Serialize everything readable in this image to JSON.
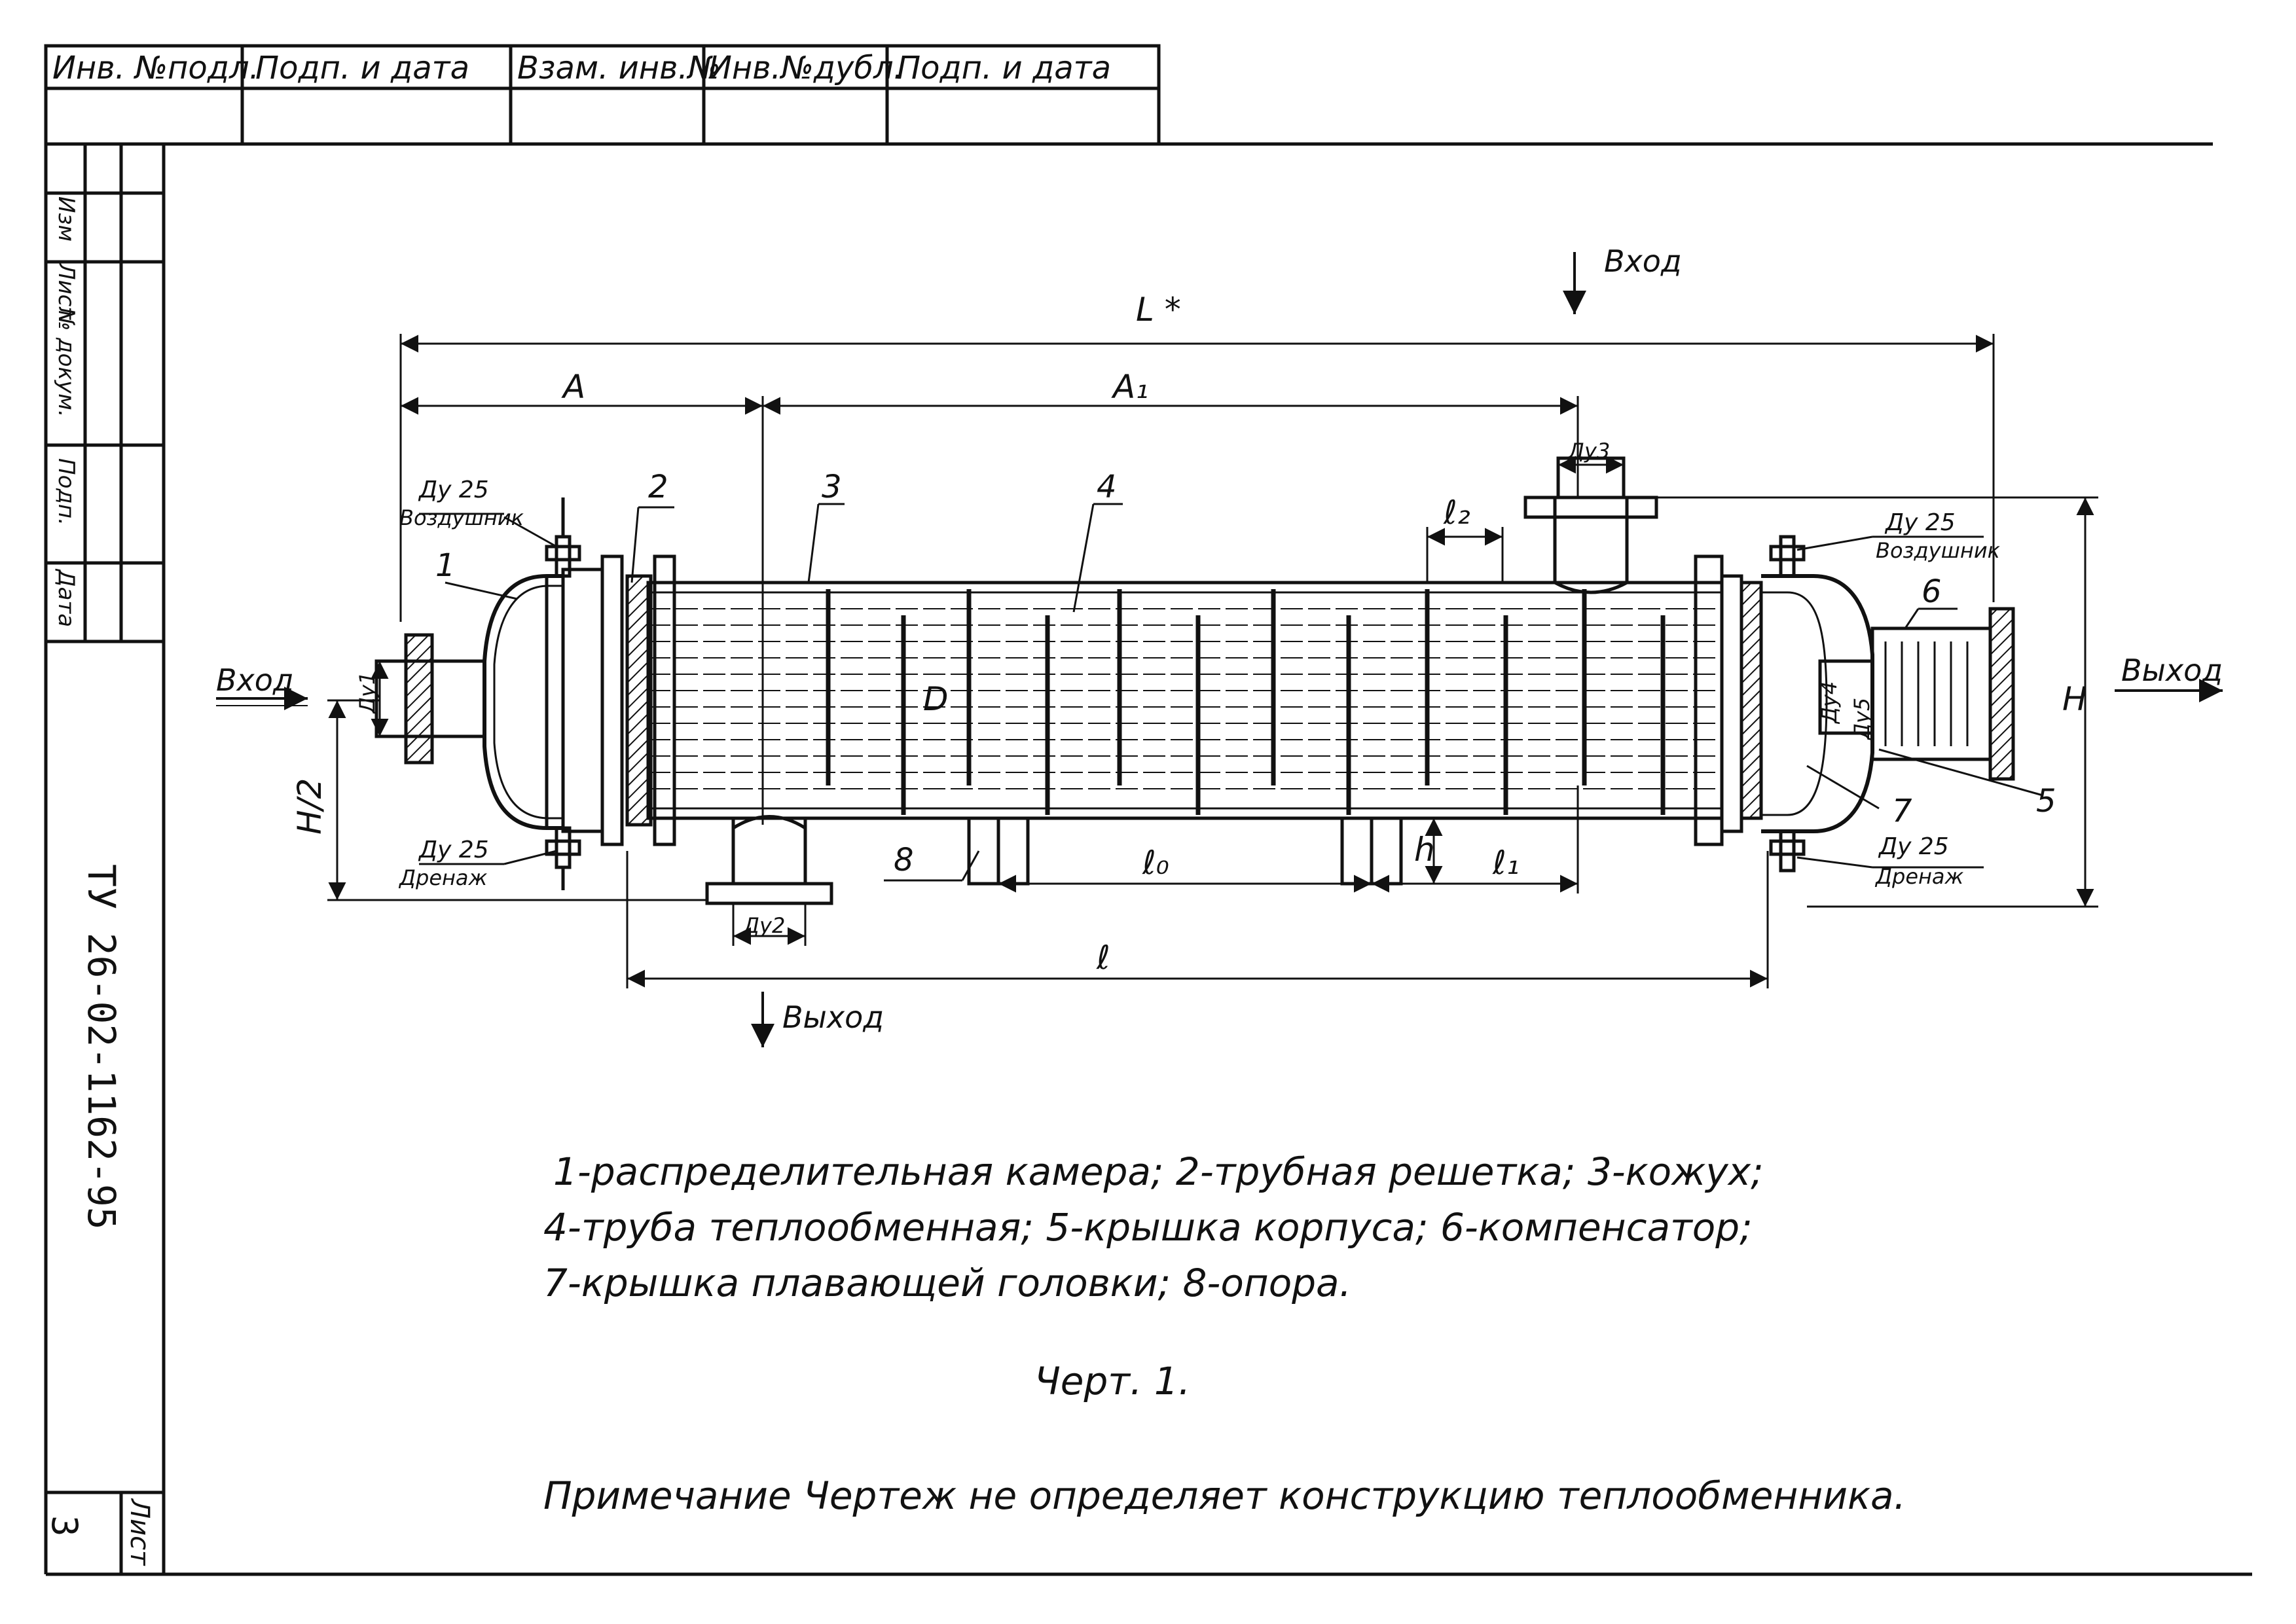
{
  "title_block": {
    "columns": [
      "Инв. №подл.",
      "Подп. и дата",
      "Взам. инв.№",
      "Инв.№дубл.",
      "Подп. и дата"
    ]
  },
  "side_stamp": {
    "labels": [
      "Изм",
      "Лист",
      "№ докум.",
      "Подп.",
      "Дата"
    ],
    "doc_code": "ТУ 26-02-1162-95",
    "sheet_label": "Лист",
    "sheet_number": "3"
  },
  "drawing": {
    "dims": {
      "L": "L *",
      "A": "A",
      "A1": "A₁",
      "l": "ℓ",
      "l0": "ℓ₀",
      "l1": "ℓ₁",
      "l2": "ℓ₂",
      "H": "H",
      "H2": "H/2",
      "h": "h",
      "D": "D",
      "Dy1": "Ду1",
      "Dy2": "Ду2",
      "Dy3": "Ду3",
      "Dy4": "Ду4",
      "Dy5": "Ду5"
    },
    "flows": {
      "inlet_left": "Вход",
      "inlet_top": "Вход",
      "outlet_right": "Выход",
      "outlet_bottom": "Выход"
    },
    "nozzles": {
      "vent_left_size": "Ду 25",
      "vent_left": "Воздушник",
      "drain_left_size": "Ду 25",
      "drain_left": "Дренаж",
      "vent_right_size": "Ду 25",
      "vent_right": "Воздушник",
      "drain_right_size": "Ду 25",
      "drain_right": "Дренаж"
    },
    "callouts": [
      "1",
      "2",
      "3",
      "4",
      "5",
      "6",
      "7",
      "8"
    ]
  },
  "legend": {
    "line1": "1-распределительная камера; 2-трубная решетка; 3-кожух;",
    "line2": "4-труба теплообменная; 5-крышка корпуса; 6-компенсатор;",
    "line3": "7-крышка плавающей головки; 8-опора."
  },
  "caption": "Черт. 1.",
  "note": "Примечание  Чертеж не определяет конструкцию теплообменника."
}
